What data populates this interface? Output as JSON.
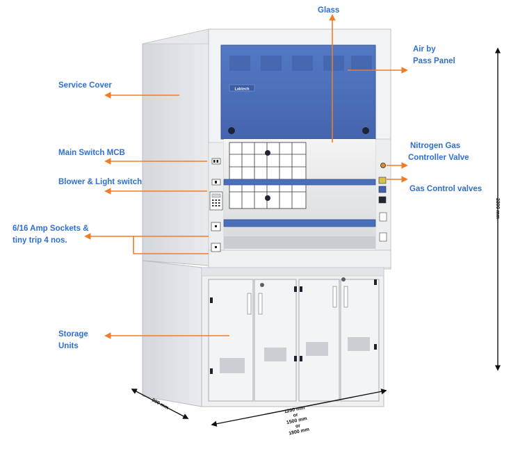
{
  "labels": {
    "glass": "Glass",
    "air_bypass_1": "Air by",
    "air_bypass_2": "Pass Panel",
    "service_cover": "Service Cover",
    "main_switch": "Main Switch MCB",
    "blower_light": "Blower & Light switch",
    "sockets_1": "6/16 Amp Sockets &",
    "sockets_2": "tiny trip 4 nos.",
    "nitrogen_1": "Nitrogen Gas",
    "nitrogen_2": "Controller Valve",
    "gas_valves": "Gas Control valves",
    "storage_1": "Storage",
    "storage_2": "Units"
  },
  "brand": "Labtech",
  "dimensions": {
    "height": "2300 mm",
    "depth": "900 mm",
    "width_1": "1200 mm",
    "width_or_1": "or",
    "width_2": "1500 mm",
    "width_or_2": "or",
    "width_3": "1800 mm"
  },
  "colors": {
    "accent_arrow": "#f07c28",
    "label_text": "#2f6fd1",
    "panel_blue": "#4a6fb8",
    "body": "#eef0f2"
  }
}
